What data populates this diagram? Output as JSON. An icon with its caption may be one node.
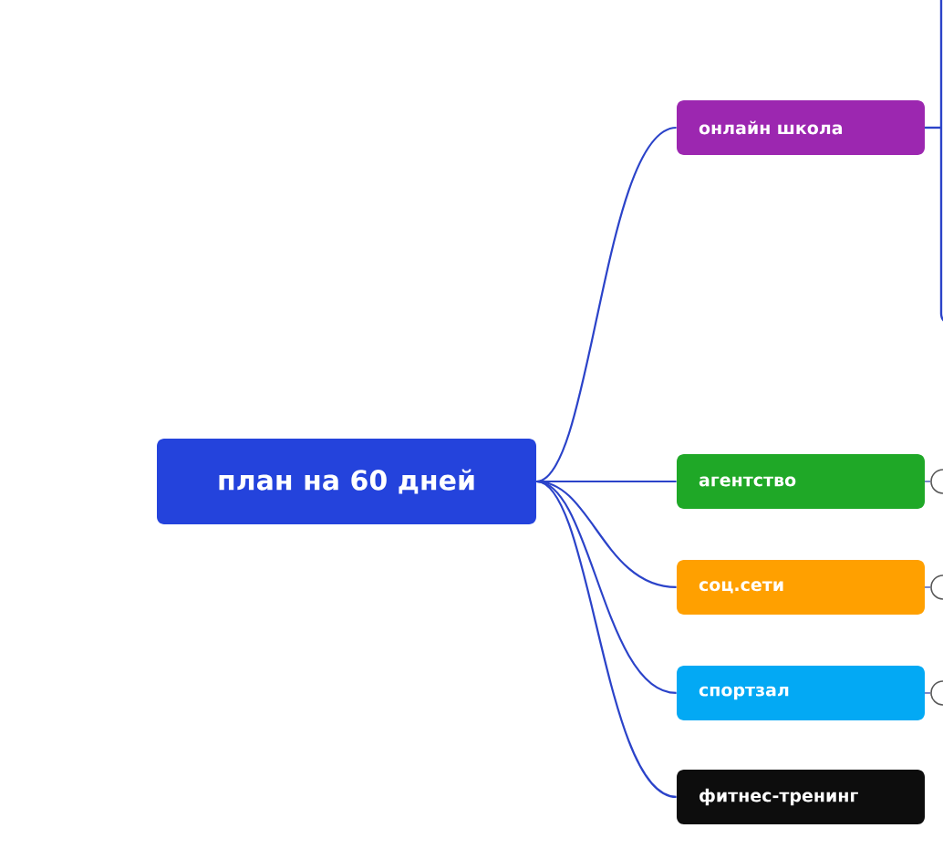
{
  "diagram": {
    "nodes": [
      {
        "text": [
          "план на 60 дней"
        ]
      },
      {
        "text": [
          "онлайн школа"
        ]
      },
      {
        "text": [
          "агентство"
        ]
      },
      {
        "text": [
          "соц.сети"
        ]
      },
      {
        "text": [
          "спортзал"
        ]
      },
      {
        "text": [
          "фитнес-тренинг"
        ]
      }
    ],
    "edges": [
      {
        "from": 0,
        "to": 1,
        "arrow": "none"
      },
      {
        "from": 0,
        "to": 2,
        "arrow": "none"
      },
      {
        "from": 0,
        "to": 3,
        "arrow": "none"
      },
      {
        "from": 0,
        "to": 4,
        "arrow": "none"
      },
      {
        "from": 0,
        "to": 5,
        "arrow": "none"
      }
    ]
  }
}
